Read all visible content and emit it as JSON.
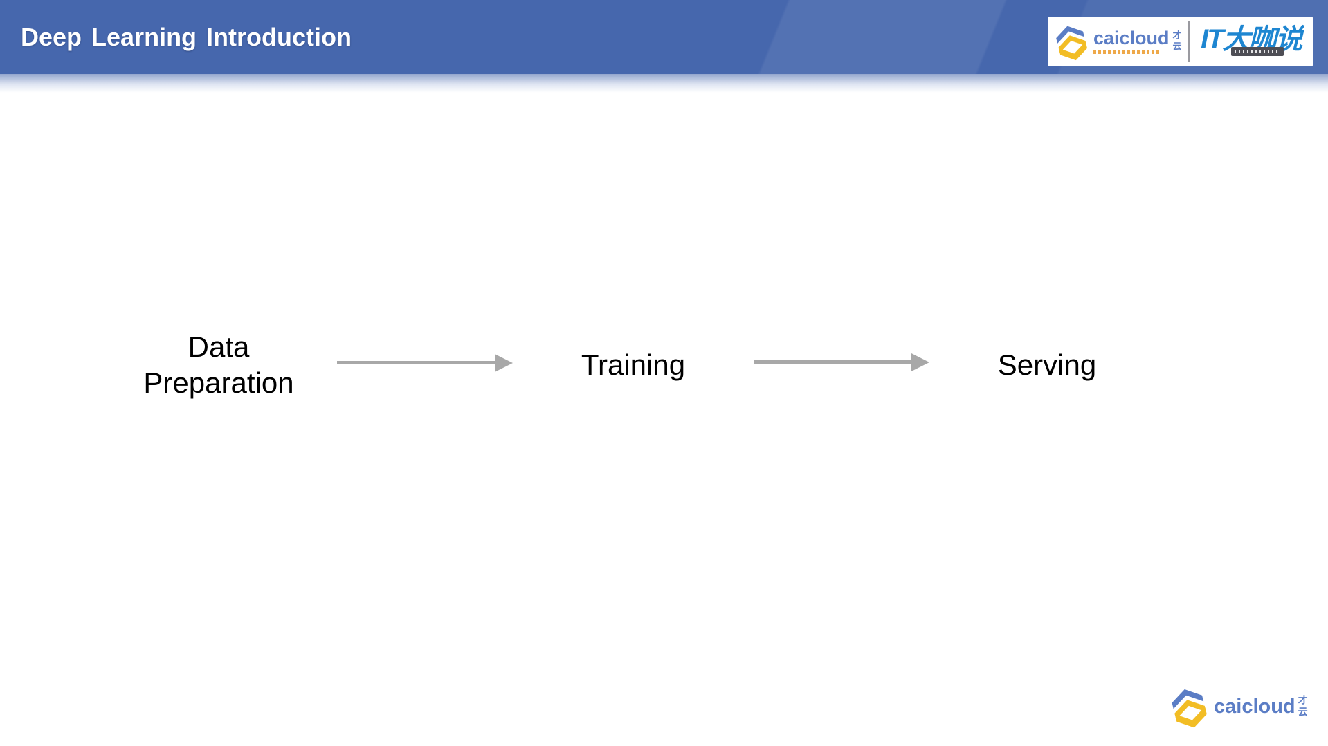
{
  "header": {
    "title": "Deep Learning Introduction",
    "logos": {
      "caicloud": {
        "wordmark": "caicloud",
        "company_cn": "才云"
      },
      "itdks": {
        "wordmark": "IT大咖说"
      }
    }
  },
  "diagram": {
    "type": "flow",
    "nodes": [
      {
        "id": "data-preparation",
        "label": "Data Preparation"
      },
      {
        "id": "training",
        "label": "Training"
      },
      {
        "id": "serving",
        "label": "Serving"
      }
    ],
    "connections": [
      {
        "from": "Data Preparation",
        "to": "Training"
      },
      {
        "from": "Training",
        "to": "Serving"
      }
    ]
  },
  "footer": {
    "logo": {
      "wordmark": "caicloud",
      "company_cn": "才云"
    }
  },
  "colors": {
    "header_blue": "#4667ad",
    "arrow_gray": "#a8a8a8",
    "caicloud_blue": "#5b7dc5",
    "caicloud_yellow": "#f2bd25",
    "caicloud_tagline_orange": "#ec9f35",
    "itdks_blue": "#1e86d1",
    "itdks_badge_dark": "#4e4e55",
    "label_black": "#000000"
  }
}
